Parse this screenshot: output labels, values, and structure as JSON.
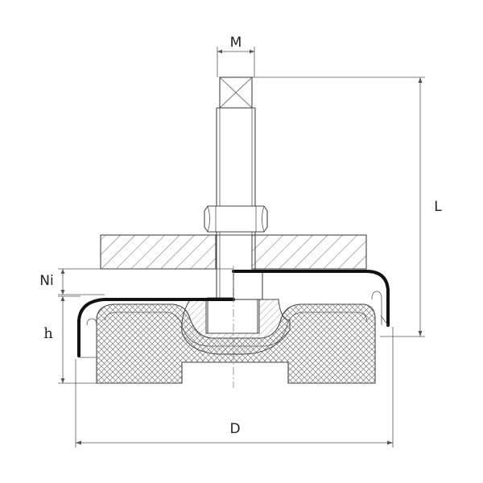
{
  "diagram": {
    "labels": {
      "thread": "M",
      "length": "L",
      "gap": "Ni",
      "height": "h",
      "diameter": "D"
    }
  }
}
